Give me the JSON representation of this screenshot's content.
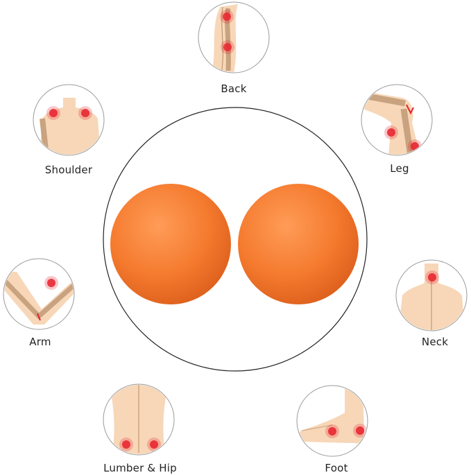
{
  "product": {
    "description_colors": {
      "ball": "#f47a2e",
      "ball_shadow": "#d8581a",
      "skin": "#f7d7b8",
      "pain": "#e8202a",
      "outline": "#8a8a8a"
    }
  },
  "areas": [
    {
      "key": "back",
      "label": "Back",
      "icon": "back-icon"
    },
    {
      "key": "leg",
      "label": "Leg",
      "icon": "leg-icon"
    },
    {
      "key": "neck",
      "label": "Neck",
      "icon": "neck-icon"
    },
    {
      "key": "foot",
      "label": "Foot",
      "icon": "foot-icon"
    },
    {
      "key": "lumber_hip",
      "label": "Lumber & Hip",
      "icon": "lower-back-icon"
    },
    {
      "key": "arm",
      "label": "Arm",
      "icon": "arm-icon"
    },
    {
      "key": "shoulder",
      "label": "Shoulder",
      "icon": "shoulder-icon"
    }
  ]
}
